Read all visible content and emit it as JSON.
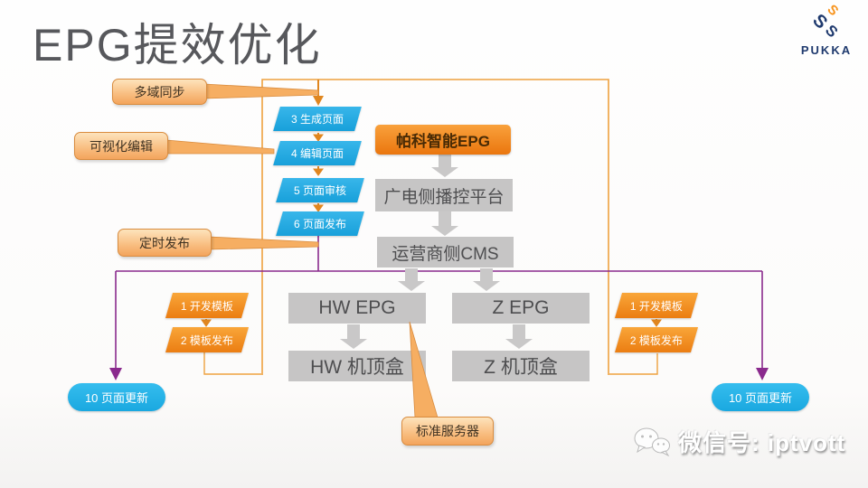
{
  "slide": {
    "title": "EPG提效优化"
  },
  "logo": {
    "brand": "PUKKA",
    "mark_letter": "S"
  },
  "callouts": {
    "multi_domain_sync": "多域同步",
    "visual_edit": "可视化编辑",
    "timed_publish": "定时发布",
    "standard_server": "标准服务器"
  },
  "page_steps": [
    {
      "label": "3 生成页面"
    },
    {
      "label": "4 编辑页面"
    },
    {
      "label": "5 页面审核"
    },
    {
      "label": "6 页面发布"
    }
  ],
  "template_steps": {
    "develop": "1 开发模板",
    "publish": "2 模板发布"
  },
  "nodes": {
    "pukka_epg": "帕科智能EPG",
    "broadcast_platform": "广电侧播控平台",
    "operator_cms": "运营商侧CMS",
    "hw_epg": "HW EPG",
    "z_epg": "Z EPG",
    "hw_stb": "HW 机顶盒",
    "z_stb": "Z 机顶盒"
  },
  "results": {
    "page_update": "10 页面更新"
  },
  "footer": {
    "wechat_label": "微信号: iptvott"
  },
  "colors": {
    "orange_accent": "#eea13f",
    "blue_node": "#29b2e8",
    "purple_connector": "#8a2a8d",
    "gray_node": "#c6c5c5",
    "callout_fill": "#f9c084"
  }
}
